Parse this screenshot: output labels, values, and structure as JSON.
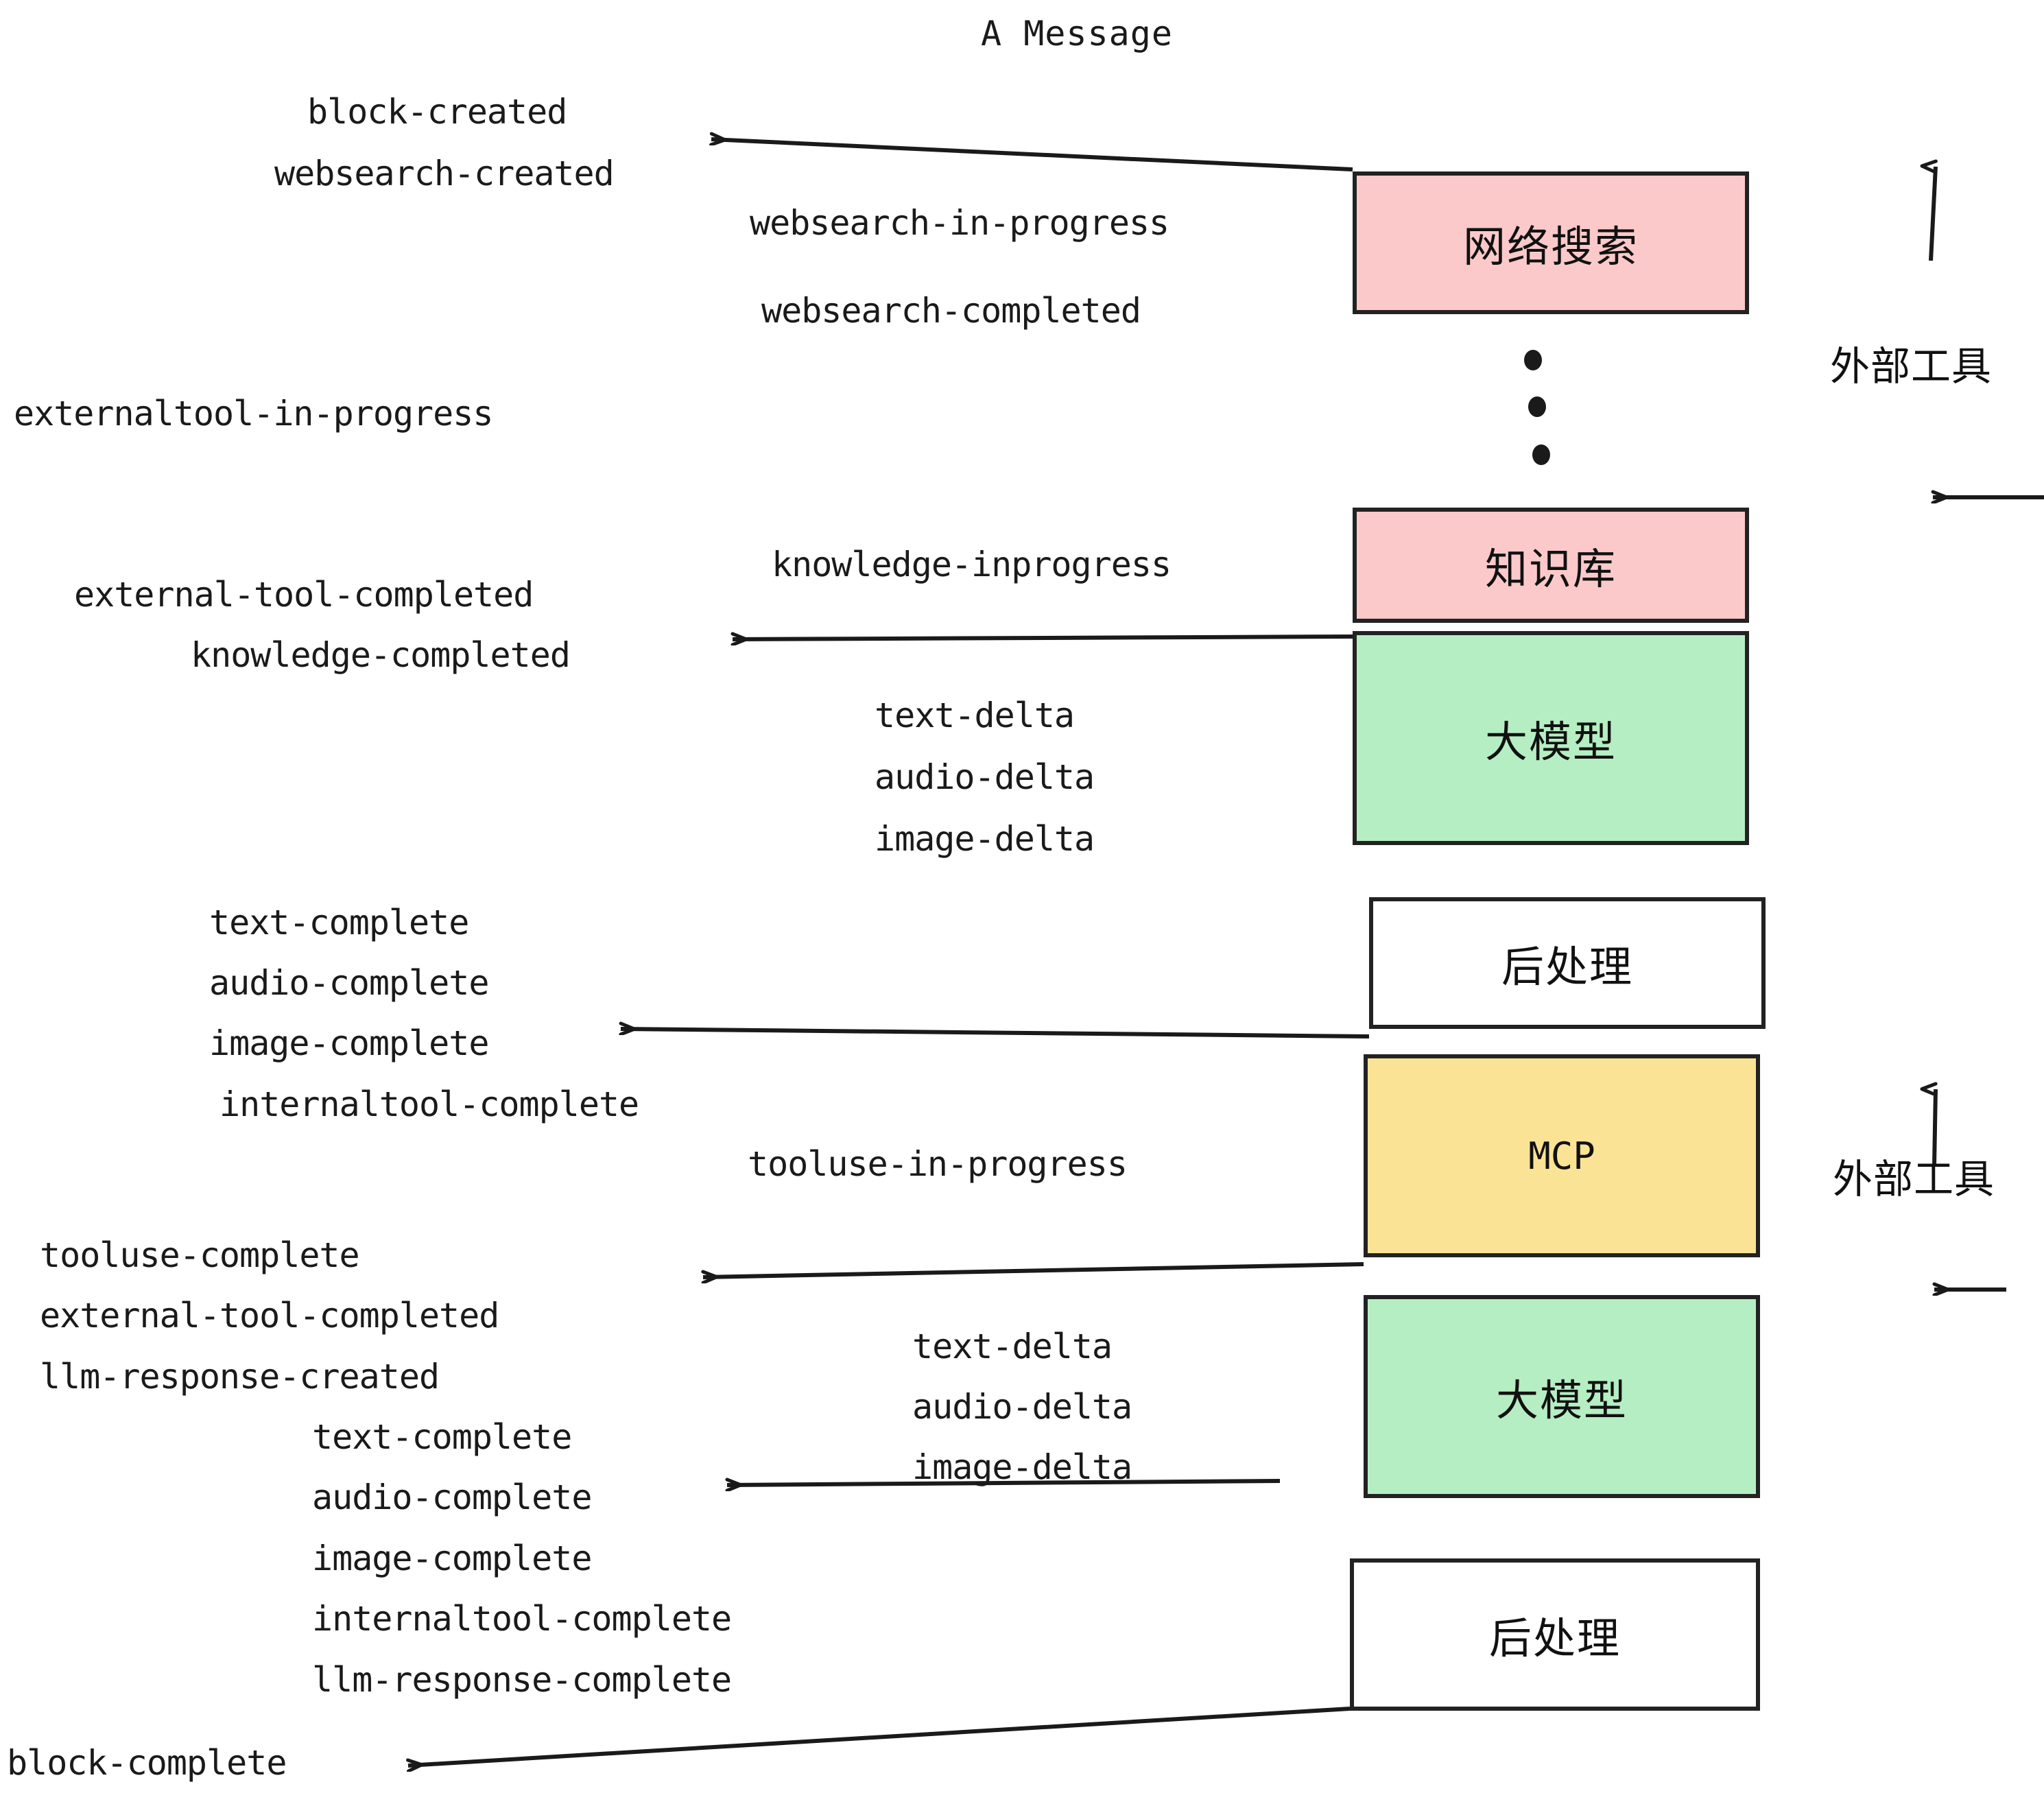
{
  "title": "A Message",
  "colors": {
    "pink": "#fbc9c9",
    "green": "#b5eec2",
    "yellow": "#fbe396",
    "white": "#ffffff",
    "stroke": "#222222",
    "text": "#1a1a1a"
  },
  "boxes": [
    {
      "id": "websearch",
      "label": "网络搜索",
      "fill": "#fbc9c9"
    },
    {
      "id": "knowledge",
      "label": "知识库",
      "fill": "#fbc9c9"
    },
    {
      "id": "llm-top",
      "label": "大模型",
      "fill": "#b5eec2"
    },
    {
      "id": "postprocess-top",
      "label": "后处理",
      "fill": "#ffffff"
    },
    {
      "id": "mcp",
      "label": "MCP",
      "fill": "#fbe396"
    },
    {
      "id": "llm-bottom",
      "label": "大模型",
      "fill": "#b5eec2"
    },
    {
      "id": "postprocess-bottom",
      "label": "后处理",
      "fill": "#ffffff"
    }
  ],
  "side_labels": [
    {
      "id": "external-tool-top",
      "label": "外部工具"
    },
    {
      "id": "external-tool-bottom",
      "label": "外部工具"
    }
  ],
  "events": [
    {
      "id": "e01",
      "text": "block-created"
    },
    {
      "id": "e02",
      "text": "websearch-created"
    },
    {
      "id": "e03",
      "text": "websearch-in-progress"
    },
    {
      "id": "e04",
      "text": "websearch-completed"
    },
    {
      "id": "e05",
      "text": "externaltool-in-progress"
    },
    {
      "id": "e06",
      "text": "knowledge-inprogress"
    },
    {
      "id": "e07",
      "text": "external-tool-completed"
    },
    {
      "id": "e08",
      "text": "knowledge-completed"
    },
    {
      "id": "e09",
      "text": "text-delta"
    },
    {
      "id": "e10",
      "text": "audio-delta"
    },
    {
      "id": "e11",
      "text": "image-delta"
    },
    {
      "id": "e12",
      "text": "text-complete"
    },
    {
      "id": "e13",
      "text": "audio-complete"
    },
    {
      "id": "e14",
      "text": "image-complete"
    },
    {
      "id": "e15",
      "text": "internaltool-complete"
    },
    {
      "id": "e16",
      "text": "tooluse-in-progress"
    },
    {
      "id": "e17",
      "text": "tooluse-complete"
    },
    {
      "id": "e18",
      "text": "external-tool-completed"
    },
    {
      "id": "e19",
      "text": "llm-response-created"
    },
    {
      "id": "e20",
      "text": "text-delta"
    },
    {
      "id": "e21",
      "text": "audio-delta"
    },
    {
      "id": "e22",
      "text": "image-delta"
    },
    {
      "id": "e23",
      "text": "text-complete"
    },
    {
      "id": "e24",
      "text": "audio-complete"
    },
    {
      "id": "e25",
      "text": "image-complete"
    },
    {
      "id": "e26",
      "text": "internaltool-complete"
    },
    {
      "id": "e27",
      "text": "llm-response-complete"
    },
    {
      "id": "e28",
      "text": "block-complete"
    }
  ],
  "ellipsis": {
    "id": "vertical-ellipsis",
    "dots": 3
  }
}
